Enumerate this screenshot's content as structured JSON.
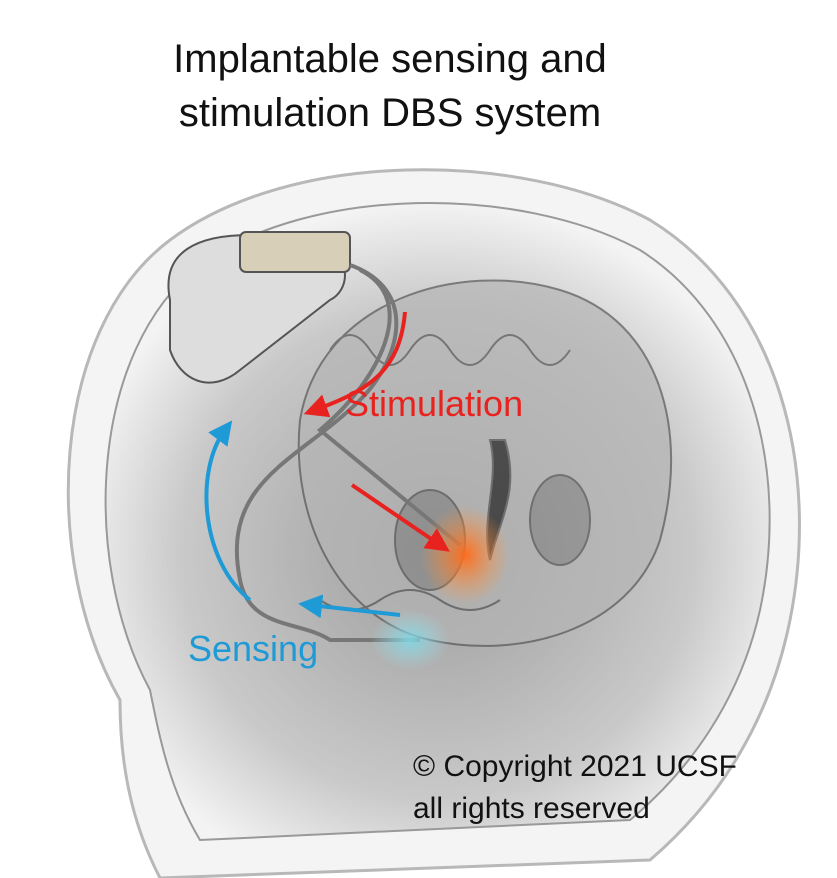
{
  "title": {
    "line1": "Implantable sensing and",
    "line2": "stimulation DBS system"
  },
  "labels": {
    "stimulation": "Stimulation",
    "sensing": "Sensing"
  },
  "copyright": {
    "line1": "© Copyright 2021 UCSF",
    "line2": "all rights reserved"
  },
  "colors": {
    "stimulation": "#e8221e",
    "sensing": "#1e9ad6",
    "brain": "#a9a9a9"
  }
}
